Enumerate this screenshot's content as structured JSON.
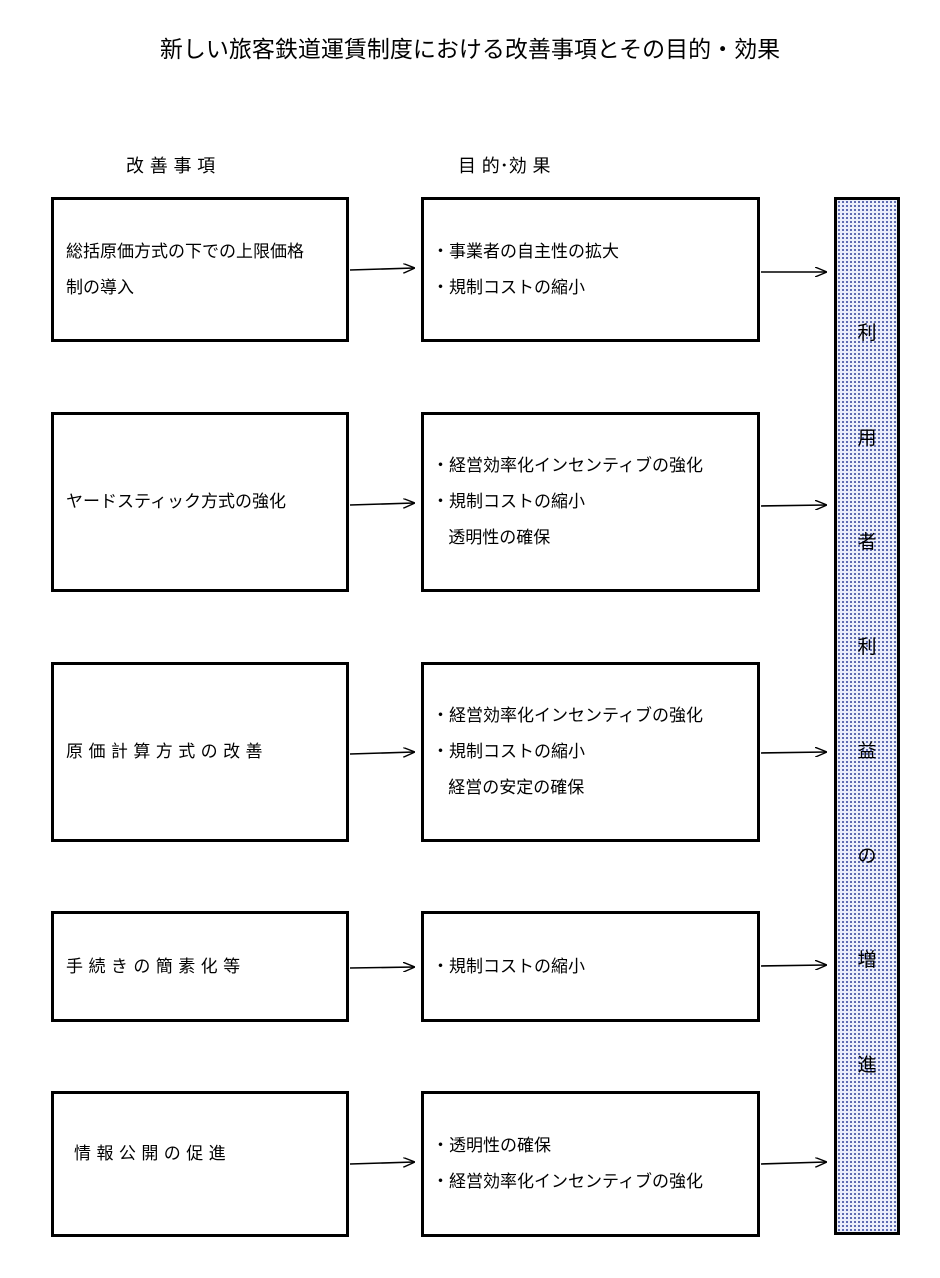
{
  "title": "新しい旅客鉄道運賃制度における改善事項とその目的・効果",
  "headers": {
    "improvements": "改 善 事 項",
    "purposes": "目 的･効 果"
  },
  "rows": [
    {
      "improvement": "総括原価方式の下での上限価格\n制の導入",
      "effects": [
        "・事業者の自主性の拡大",
        "・規制コストの縮小"
      ]
    },
    {
      "improvement": "ヤードスティック方式の強化",
      "effects": [
        "・経営効率化インセンティブの強化",
        "・規制コストの縮小",
        "   透明性の確保"
      ]
    },
    {
      "improvement": "原価計算方式の改善",
      "effects": [
        "・経営効率化インセンティブの強化",
        "・規制コストの縮小",
        "   経営の安定の確保"
      ]
    },
    {
      "improvement": "手続きの簡素化等",
      "effects": [
        "・規制コストの縮小"
      ]
    },
    {
      "improvement": "情報公開の促進",
      "effects": [
        "・透明性の確保",
        "・経営効率化インセンティブの強化"
      ]
    }
  ],
  "result": [
    "利",
    "用",
    "者",
    "利",
    "益",
    "の",
    "増",
    "進"
  ]
}
